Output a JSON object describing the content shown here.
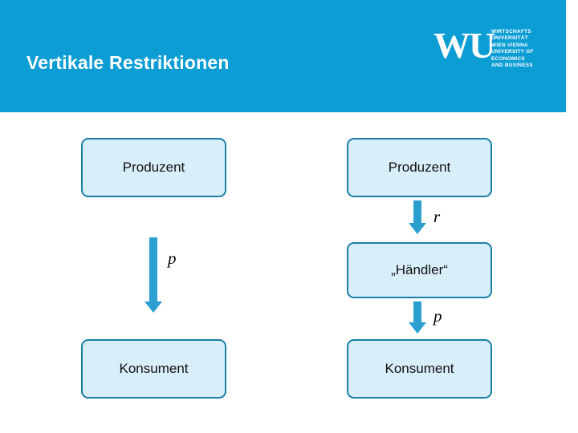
{
  "header": {
    "title": "Vertikale Restriktionen",
    "band_color": "#0b9dd4"
  },
  "logo": {
    "mark": "WU",
    "lines": [
      "WIRTSCHAFTS",
      "UNIVERSITÄT",
      "WIEN VIENNA",
      "UNIVERSITY OF",
      "ECONOMICS",
      "AND BUSINESS"
    ]
  },
  "diagram": {
    "box_fill": "#d8eef8",
    "box_border": "#1b7fa8",
    "arrow_color": "#2a9fd0",
    "left_chain": {
      "nodes": [
        {
          "label": "Produzent"
        },
        {
          "label": "Konsument"
        }
      ],
      "arrows": [
        {
          "label": "p"
        }
      ]
    },
    "right_chain": {
      "nodes": [
        {
          "label": "Produzent"
        },
        {
          "label": "„Händler“"
        },
        {
          "label": "Konsument"
        }
      ],
      "arrows": [
        {
          "label": "r"
        },
        {
          "label": "p"
        }
      ]
    }
  }
}
